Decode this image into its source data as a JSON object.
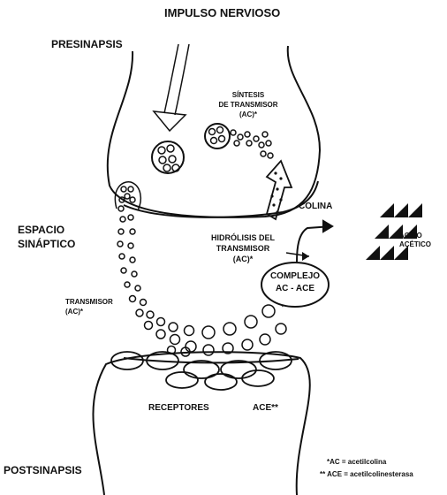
{
  "title": "IMPULSO NERVIOSO",
  "labels": {
    "presinapsis": "PRESINAPSIS",
    "espacio_line1": "ESPACIO",
    "espacio_line2": "SINÁPTICO",
    "sintesis_line1": "SÍNTESIS",
    "sintesis_line2": "DE TRANSMISOR",
    "sintesis_line3": "(AC)*",
    "colina": "COLINA",
    "acido_line1": "ÁCIDO",
    "acido_line2": "ACÉTICO",
    "hidrolisis_line1": "HIDRÓLISIS DEL",
    "hidrolisis_line2": "TRANSMISOR",
    "hidrolisis_line3": "(AC)*",
    "complejo_line1": "COMPLEJO",
    "complejo_line2": "AC - ACE",
    "transmisor_line1": "TRANSMISOR",
    "transmisor_line2": "(AC)*",
    "receptores": "RECEPTORES",
    "ace": "ACE**",
    "postsinapsis": "POSTSINAPSIS"
  },
  "footnotes": {
    "ac": "*AC = acetilcolina",
    "ace": "** ACE = acetilcolinesterasa"
  },
  "colors": {
    "ink": "#111111",
    "paper": "#ffffff"
  }
}
